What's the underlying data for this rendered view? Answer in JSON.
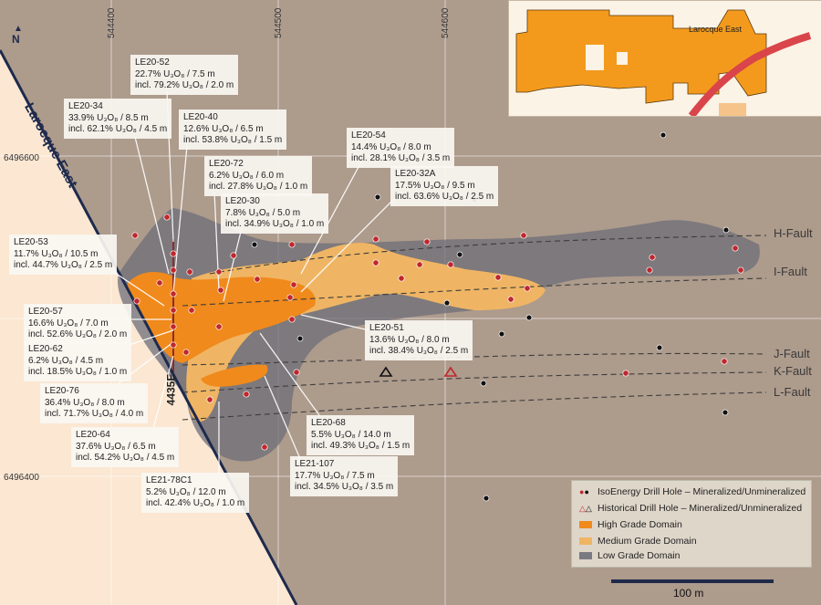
{
  "map": {
    "north_label": "N",
    "property_name": "Larocque East",
    "inset_label": "Larocque East",
    "section_label": "4435E",
    "scale_label": "100 m",
    "easting_ticks": [
      "544400",
      "544500",
      "544600"
    ],
    "northing_ticks": [
      "6496600",
      "6496400"
    ],
    "faults": [
      "H-Fault",
      "I-Fault",
      "J-Fault",
      "K-Fault",
      "L-Fault"
    ]
  },
  "intercepts": [
    {
      "hole": "LE20-52",
      "line1": "22.7% U₃O₈ / 7.5 m",
      "line2": "incl. 79.2% U₃O₈ / 2.0 m"
    },
    {
      "hole": "LE20-34",
      "line1": "33.9% U₃O₈ / 8.5 m",
      "line2": "incl. 62.1% U₃O₈ / 4.5 m"
    },
    {
      "hole": "LE20-40",
      "line1": "12.6% U₃O₈ / 6.5 m",
      "line2": "incl. 53.8% U₃O₈ / 1.5 m"
    },
    {
      "hole": "LE20-54",
      "line1": "14.4% U₃O₈ / 8.0 m",
      "line2": "incl. 28.1% U₃O₈ / 3.5 m"
    },
    {
      "hole": "LE20-72",
      "line1": "6.2% U₃O₈ / 6.0 m",
      "line2": "incl. 27.8% U₃O₈ / 1.0 m"
    },
    {
      "hole": "LE20-32A",
      "line1": "17.5% U₃O₈ / 9.5 m",
      "line2": "incl. 63.6% U₃O₈ / 2.5 m"
    },
    {
      "hole": "LE20-30",
      "line1": "7.8% U₃O₈ / 5.0 m",
      "line2": "incl. 34.9% U₃O₈ / 1.0 m"
    },
    {
      "hole": "LE20-53",
      "line1": "11.7% U₃O₈ / 10.5 m",
      "line2": "incl. 44.7% U₃O₈ / 2.5 m"
    },
    {
      "hole": "LE20-57",
      "line1": "16.6% U₃O₈ / 7.0 m",
      "line2": "incl. 52.6% U₃O₈ / 2.0 m"
    },
    {
      "hole": "LE20-62",
      "line1": "6.2% U₃O₈ / 4.5 m",
      "line2": "incl. 18.5% U₃O₈ / 1.0 m"
    },
    {
      "hole": "LE20-51",
      "line1": "13.6% U₃O₈ / 8.0 m",
      "line2": "incl. 38.4% U₃O₈ / 2.5 m"
    },
    {
      "hole": "LE20-76",
      "line1": "36.4% U₃O₈ / 8.0 m",
      "line2": "incl. 71.7% U₃O₈ / 4.0 m"
    },
    {
      "hole": "LE20-68",
      "line1": "5.5% U₃O₈ / 14.0 m",
      "line2": "incl. 49.3% U₃O₈ / 1.5 m"
    },
    {
      "hole": "LE20-64",
      "line1": "37.6% U₃O₈ / 6.5 m",
      "line2": "incl. 54.2% U₃O₈ / 4.5 m"
    },
    {
      "hole": "LE21-107",
      "line1": "17.7% U₃O₈ / 7.5 m",
      "line2": "incl. 34.5% U₃O₈ / 3.5 m"
    },
    {
      "hole": "LE21-78C1",
      "line1": "5.2% U₃O₈ / 12.0 m",
      "line2": "incl. 42.4% U₃O₈ / 1.0 m"
    }
  ],
  "legend": [
    {
      "label": "IsoEnergy Drill Hole – Mineralized/Unmineralized",
      "color": "#c0272d"
    },
    {
      "label": "Historical Drill Hole – Mineralized/Unmineralized",
      "color": "#c0272d"
    },
    {
      "label": "High Grade Domain",
      "color": "#f08a1c"
    },
    {
      "label": "Medium Grade Domain",
      "color": "#efb564"
    },
    {
      "label": "Low Grade Domain",
      "color": "#7a7a82"
    }
  ]
}
